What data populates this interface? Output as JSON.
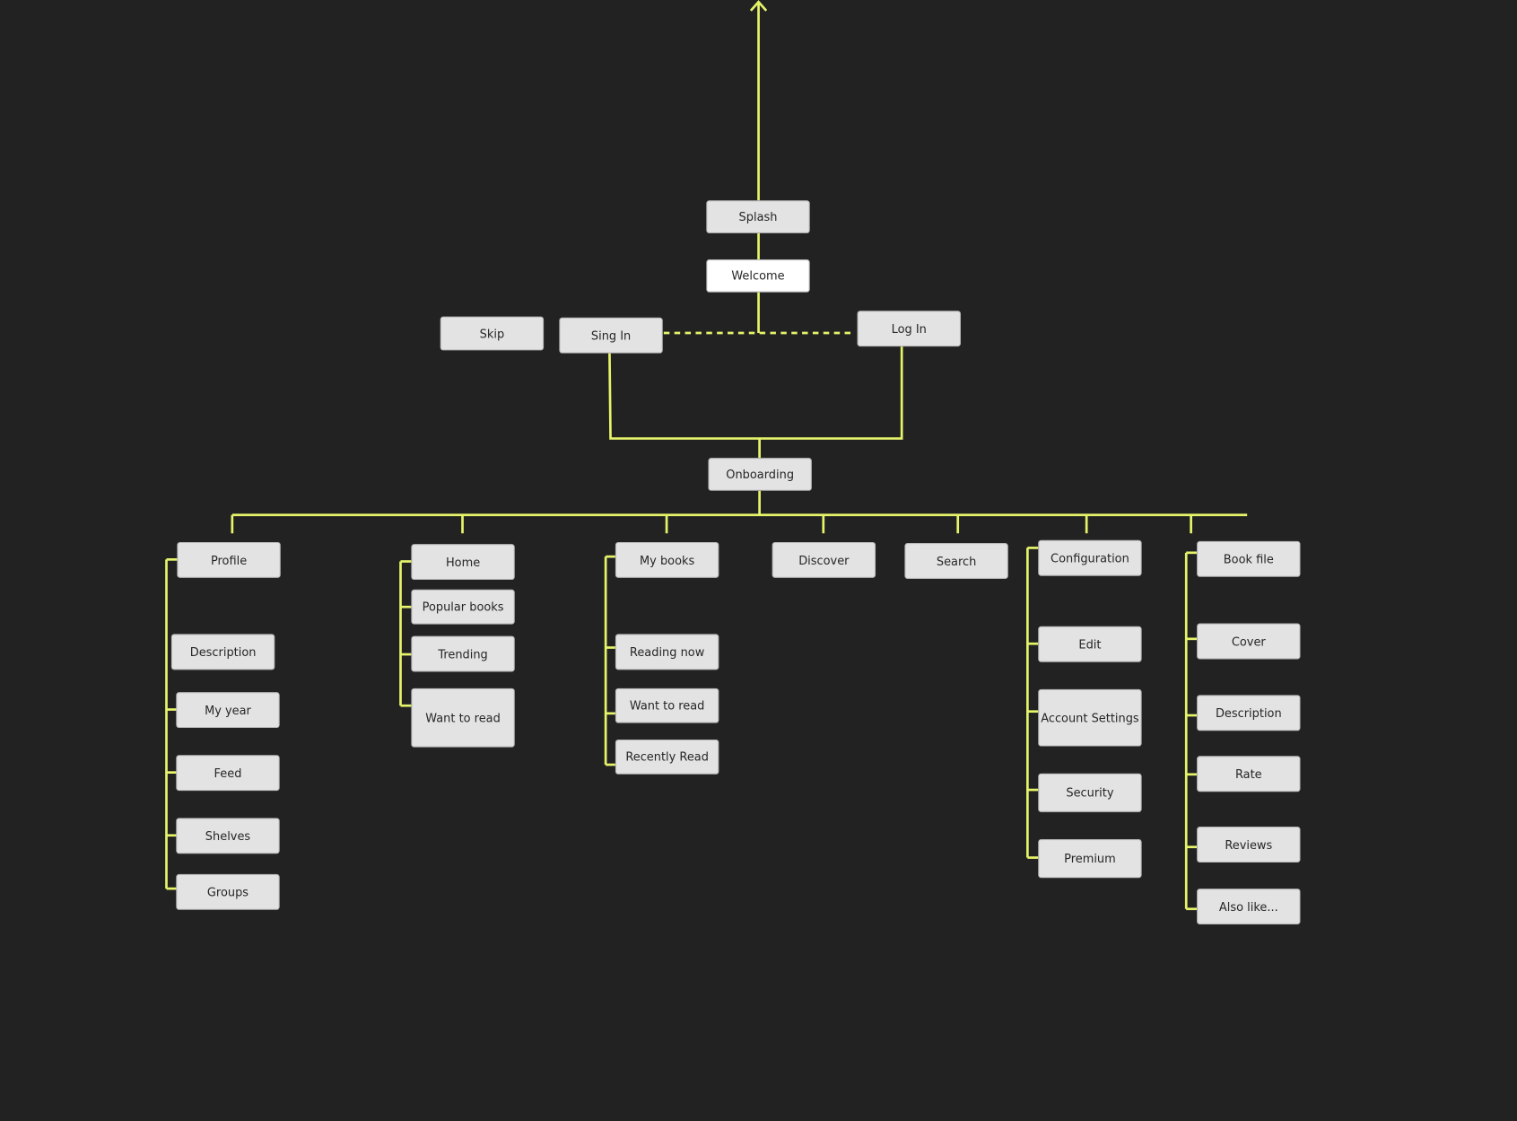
{
  "diagram": {
    "colors": {
      "background": "#222222",
      "connector": "#e6f46a",
      "node": "#e3e3e3",
      "highlight_node": "#ffffff"
    },
    "nodes": {
      "splash": "Splash",
      "welcome": "Welcome",
      "skip": "Skip",
      "sign_in": "Sing In",
      "log_in": "Log In",
      "onboarding": "Onboarding",
      "profile": "Profile",
      "profile_description": "Description",
      "my_year": "My year",
      "feed": "Feed",
      "shelves": "Shelves",
      "groups": "Groups",
      "home": "Home",
      "popular_books": "Popular books",
      "trending": "Trending",
      "home_want_to_read": "Want to read",
      "my_books": "My books",
      "reading_now": "Reading now",
      "mybooks_want_to_read": "Want to read",
      "recently_read": "Recently Read",
      "discover": "Discover",
      "search": "Search",
      "configuration": "Configuration",
      "edit": "Edit",
      "account_settings": "Account Settings",
      "security": "Security",
      "premium": "Premium",
      "book_file": "Book file",
      "cover": "Cover",
      "book_description": "Description",
      "rate": "Rate",
      "reviews": "Reviews",
      "also_like": "Also like..."
    }
  }
}
